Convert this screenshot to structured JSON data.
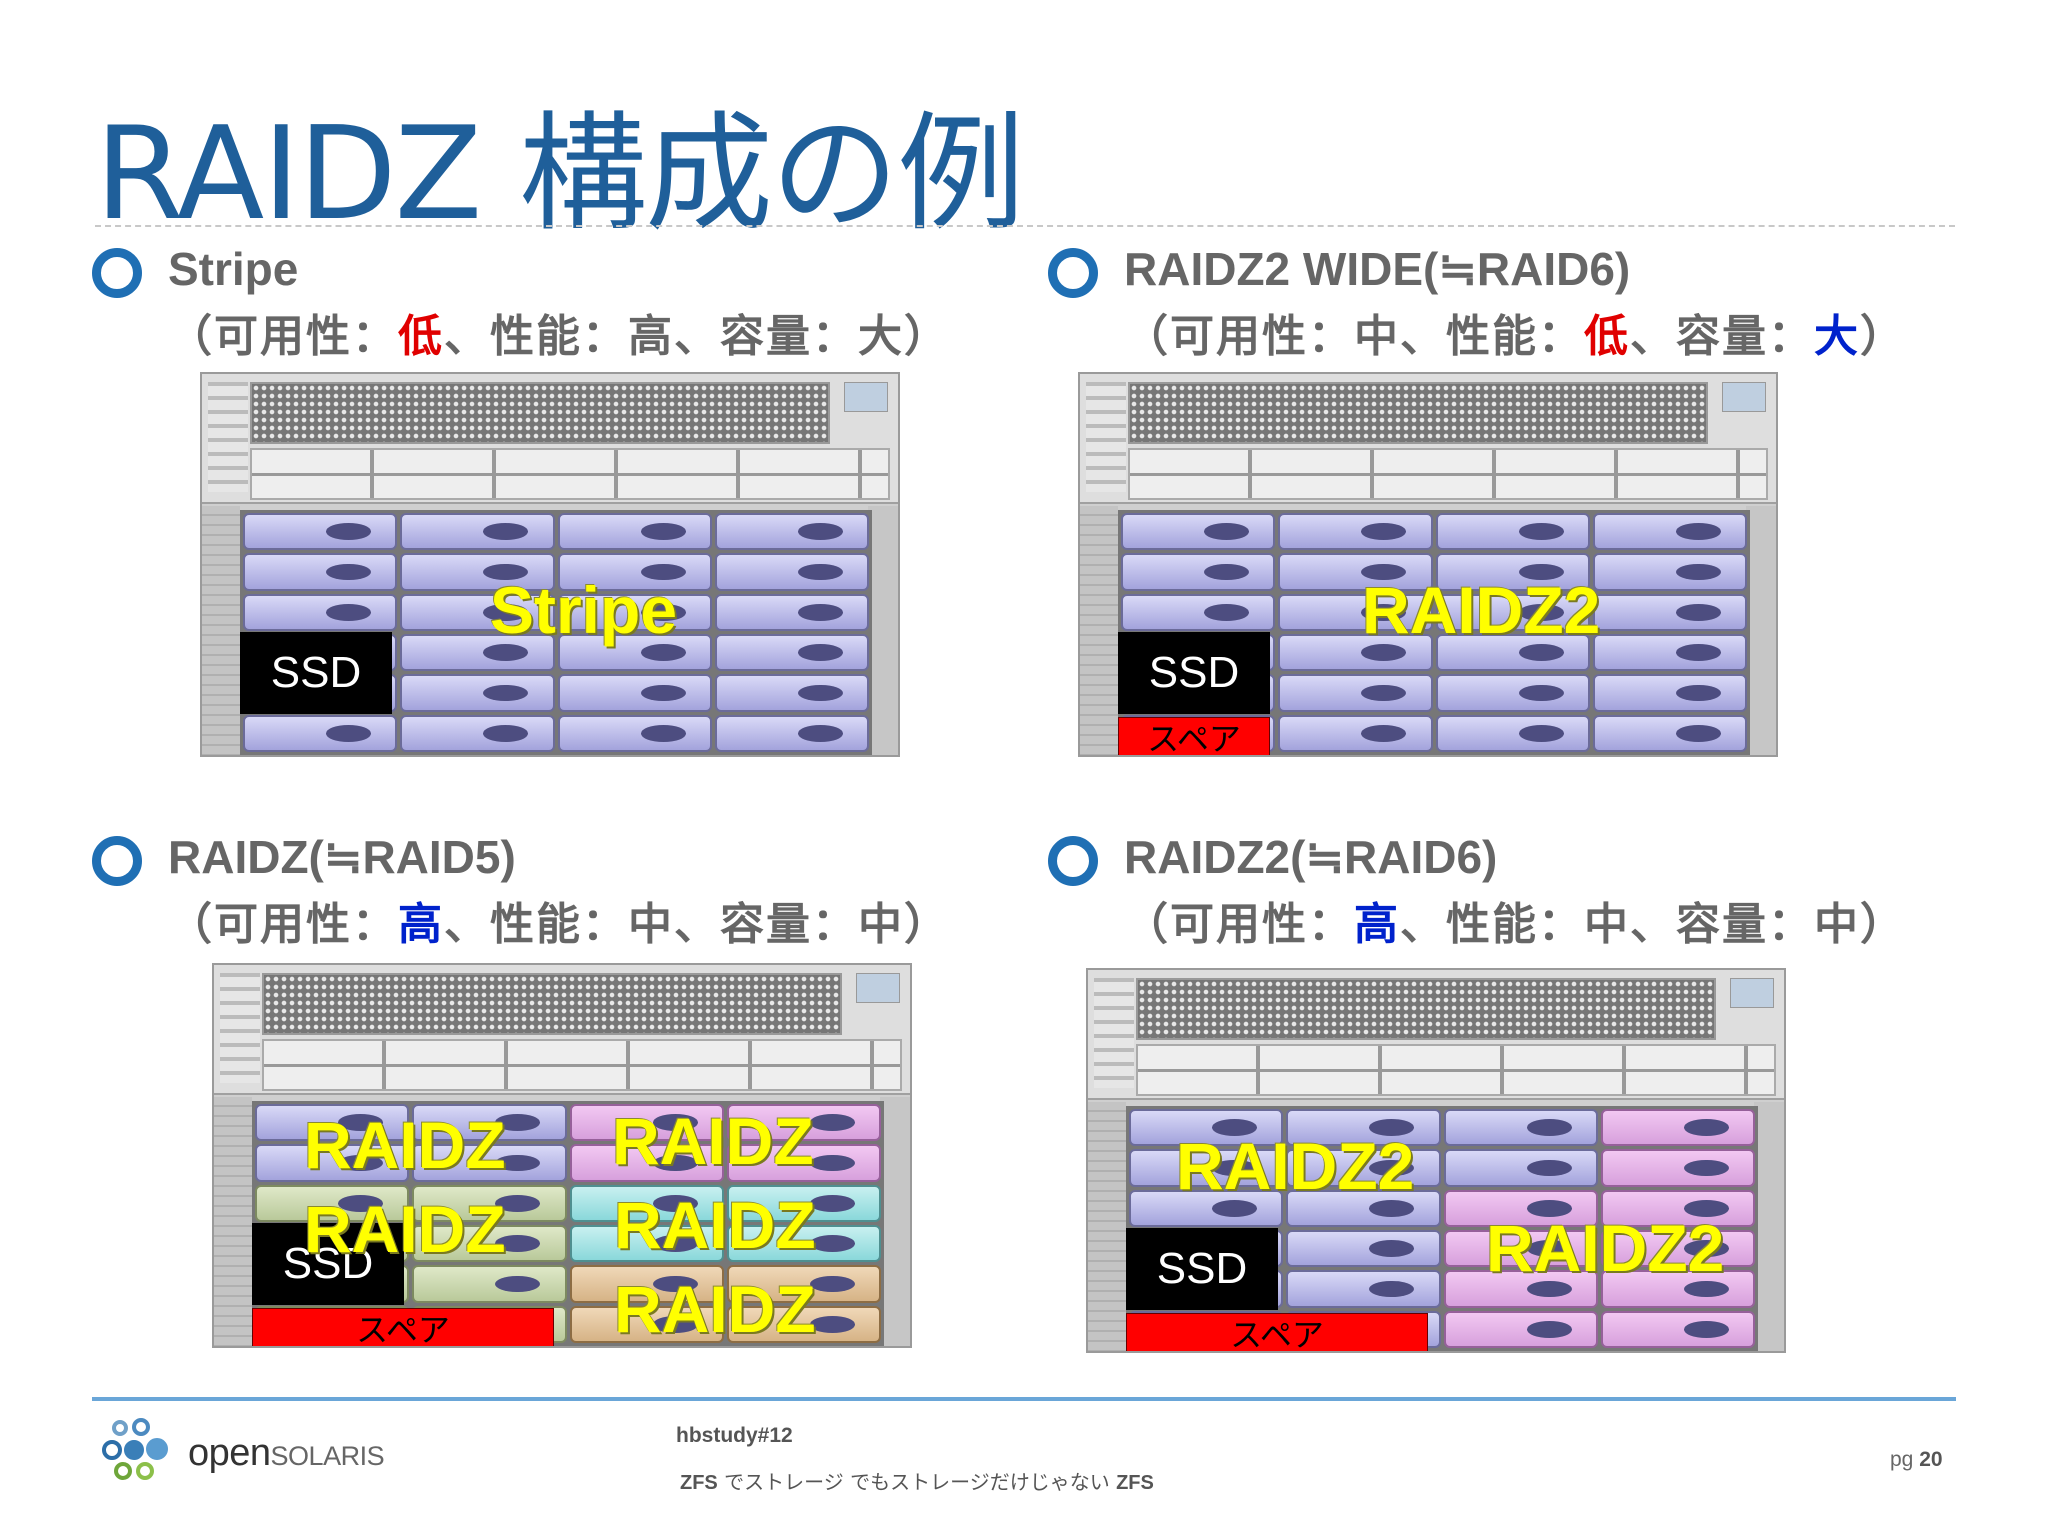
{
  "slide": {
    "title": "RAIDZ 構成の例"
  },
  "sections": [
    {
      "name": "Stripe",
      "attrs": [
        {
          "text": "（可用性：",
          "color": "gray"
        },
        {
          "text": "低",
          "color": "red"
        },
        {
          "text": "、性能：高、容量：大）",
          "color": "gray"
        }
      ],
      "overlays": [
        "Stripe"
      ],
      "ssd": "SSD"
    },
    {
      "name": "RAIDZ2 WIDE(≒RAID6)",
      "attrs": [
        {
          "text": "（可用性：中、性能：",
          "color": "gray"
        },
        {
          "text": "低",
          "color": "red"
        },
        {
          "text": "、容量：",
          "color": "gray"
        },
        {
          "text": "大",
          "color": "blue"
        },
        {
          "text": "）",
          "color": "gray"
        }
      ],
      "overlays": [
        "RAIDZ2"
      ],
      "ssd": "SSD",
      "spare": "スペア"
    },
    {
      "name": "RAIDZ(≒RAID5)",
      "attrs": [
        {
          "text": "（可用性：",
          "color": "gray"
        },
        {
          "text": "高",
          "color": "blue"
        },
        {
          "text": "、性能：中、容量：中）",
          "color": "gray"
        }
      ],
      "overlays": [
        "RAIDZ",
        "RAIDZ",
        "RAIDZ",
        "RAIDZ",
        "RAIDZ"
      ],
      "ssd": "SSD",
      "spare": "スペア"
    },
    {
      "name": "RAIDZ2(≒RAID6)",
      "attrs": [
        {
          "text": "（可用性：",
          "color": "gray"
        },
        {
          "text": "高",
          "color": "blue"
        },
        {
          "text": "、性能：中、容量：中）",
          "color": "gray"
        }
      ],
      "overlays": [
        "RAIDZ2",
        "RAIDZ2"
      ],
      "ssd": "SSD",
      "spare": "スペア"
    }
  ],
  "footer": {
    "logo_text_bold": "open",
    "logo_text_light": "solaris",
    "event": "hbstudy#12",
    "subtitle_a": "ZFS",
    "subtitle_b": " でストレージ でもストレージだけじゃない ",
    "subtitle_c": "ZFS",
    "page_prefix": "pg",
    "page_number": "20"
  },
  "colors": {
    "title": "#1f5f9a",
    "bullet": "#1f6fb4",
    "red": "#e00000",
    "blue": "#0022cc",
    "overlay_text": "#ffff00",
    "spare_bg": "#ff0000",
    "footer_rule": "#6aa6d8"
  }
}
